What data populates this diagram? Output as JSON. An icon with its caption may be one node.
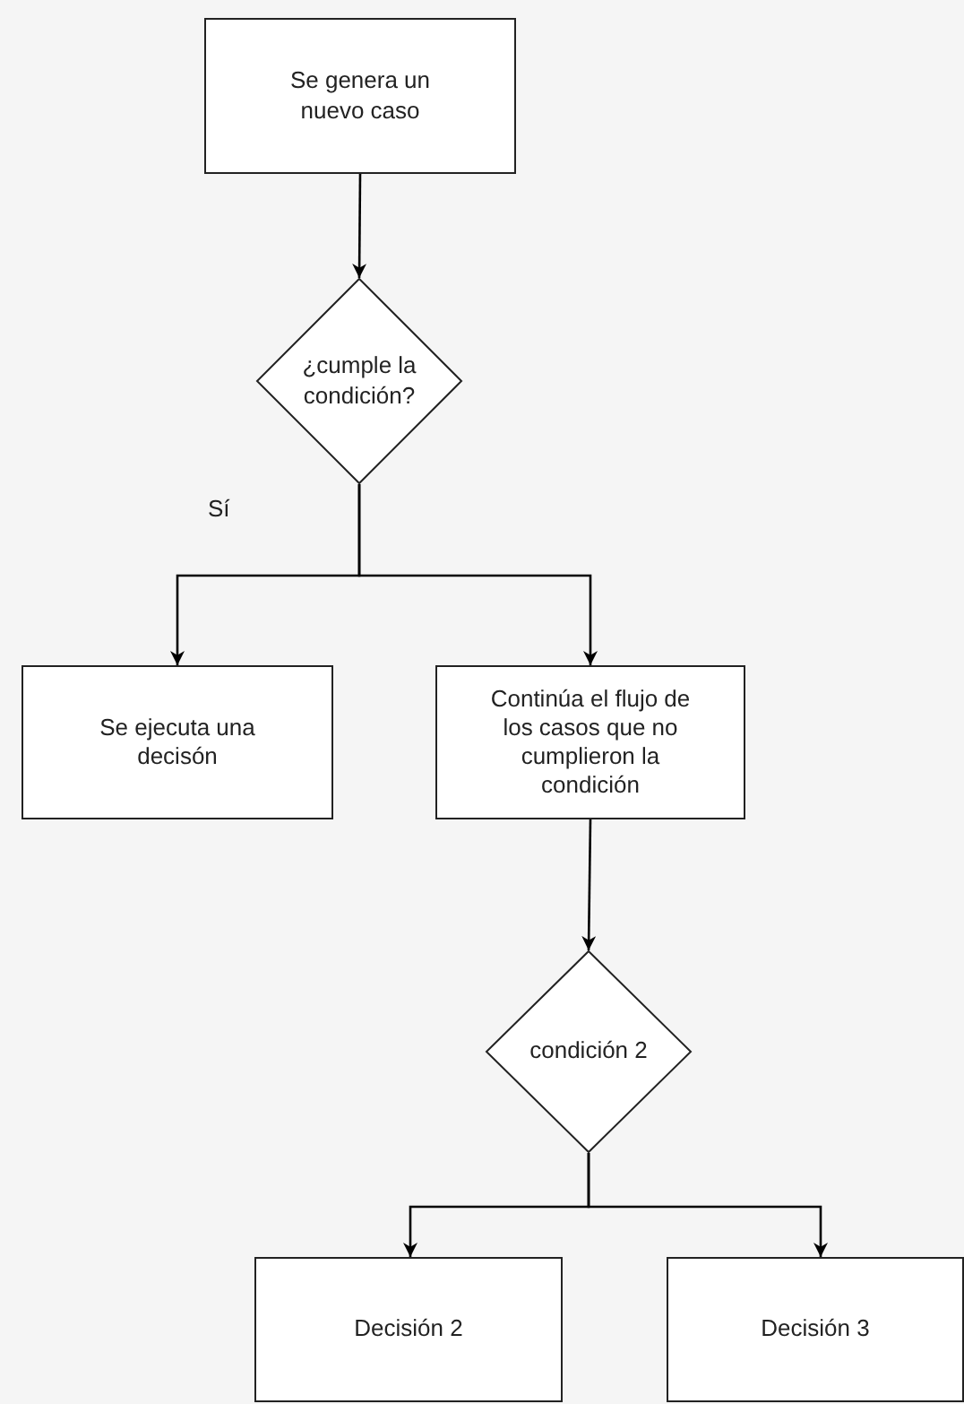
{
  "diagram": {
    "nodes": [
      {
        "text": [
          "Se genera un nuevo caso"
        ]
      },
      {
        "text": [
          "¿cumple la condición?"
        ]
      },
      {
        "text": [
          "Se ejecuta una decisón"
        ]
      },
      {
        "text": [
          "Continúa el flujo de los casos que no cumplieron la condición"
        ]
      },
      {
        "text": [
          "condición 2"
        ]
      },
      {
        "text": [
          "Decisión 2"
        ]
      },
      {
        "text": [
          "Decisión 3"
        ]
      }
    ],
    "edges": [
      {
        "from": 0,
        "to": 1,
        "arrow": "to"
      },
      {
        "from": 1,
        "to": 2,
        "arrow": "to"
      },
      {
        "from": 1,
        "to": 3,
        "arrow": "to"
      },
      {
        "from": 3,
        "to": 4,
        "arrow": "to"
      },
      {
        "from": 4,
        "to": 5,
        "arrow": "to"
      },
      {
        "from": 4,
        "to": 6,
        "arrow": "to"
      }
    ],
    "labels": [
      "Sí"
    ]
  }
}
